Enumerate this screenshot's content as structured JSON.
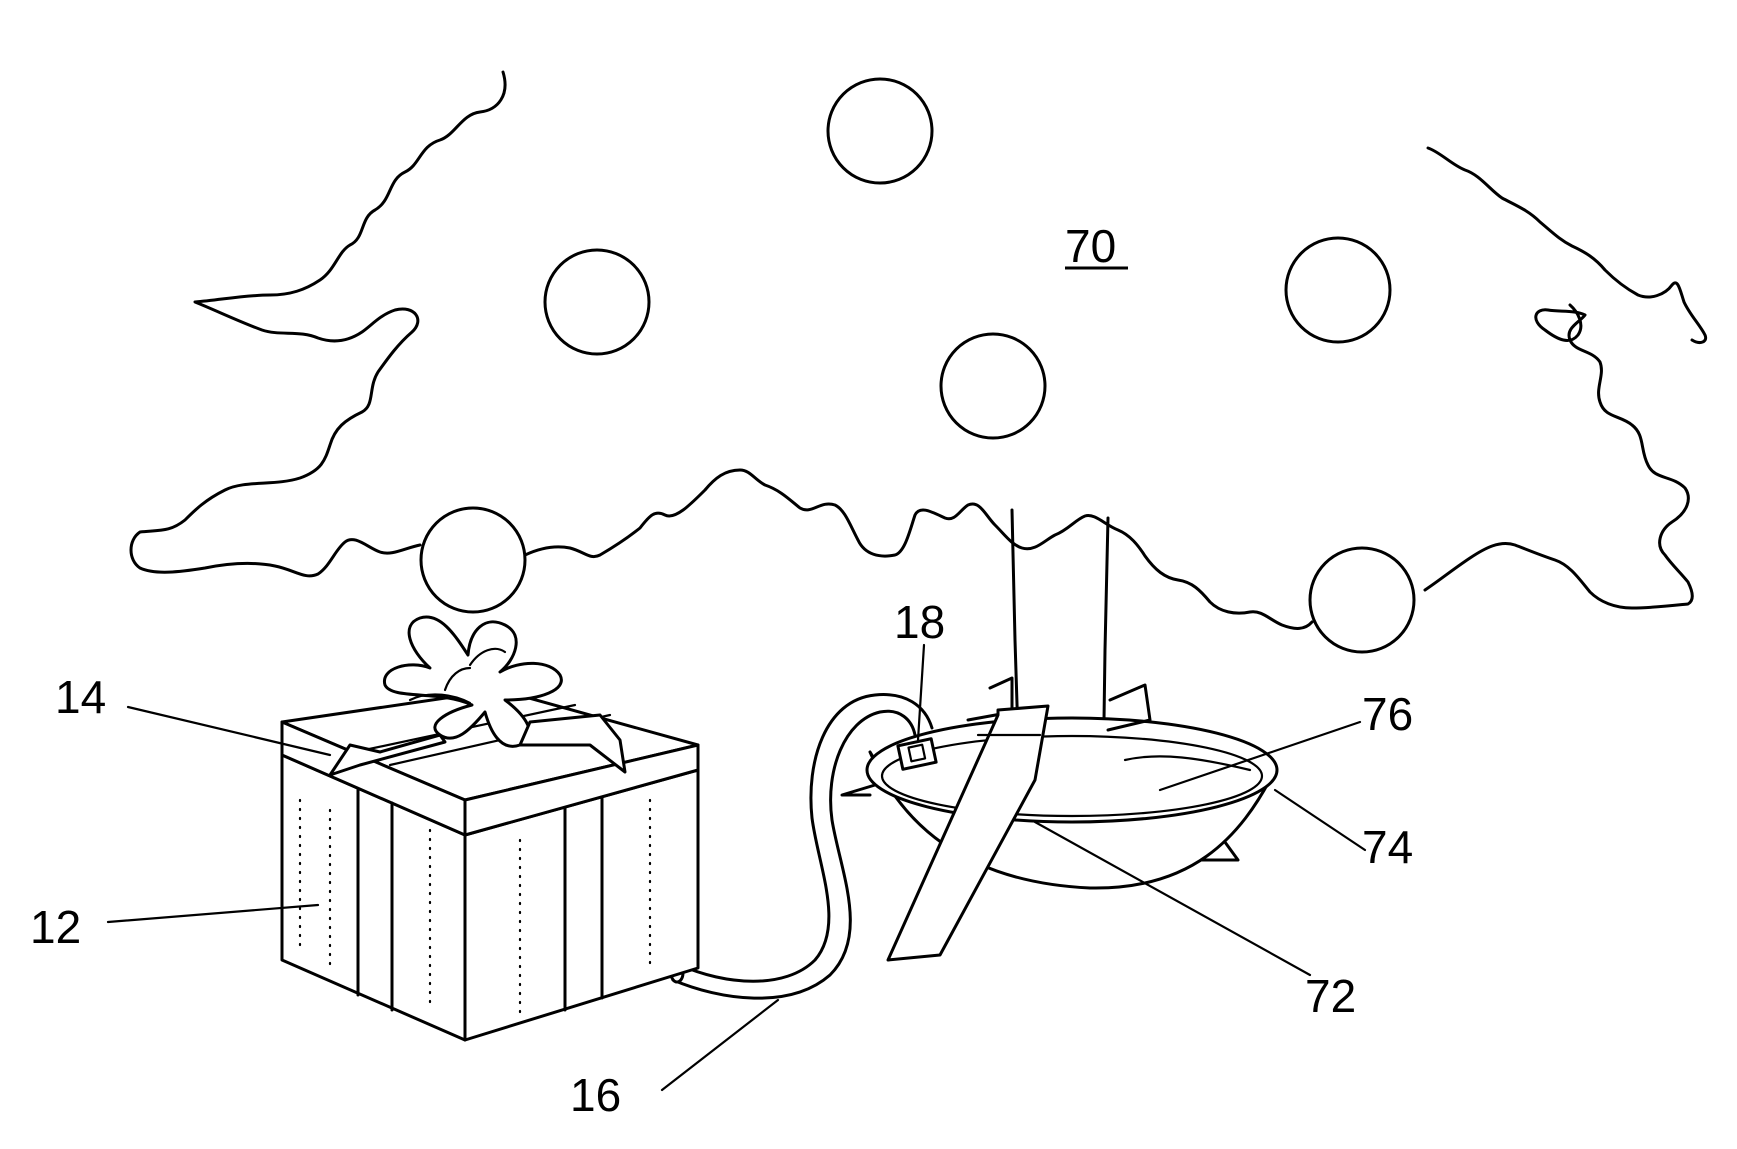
{
  "figure": {
    "labels": {
      "tree": "70",
      "gift_box": "12",
      "lid": "14",
      "hose": "16",
      "connector": "18",
      "tube": "72",
      "stand_rim": "74",
      "water": "76"
    }
  }
}
